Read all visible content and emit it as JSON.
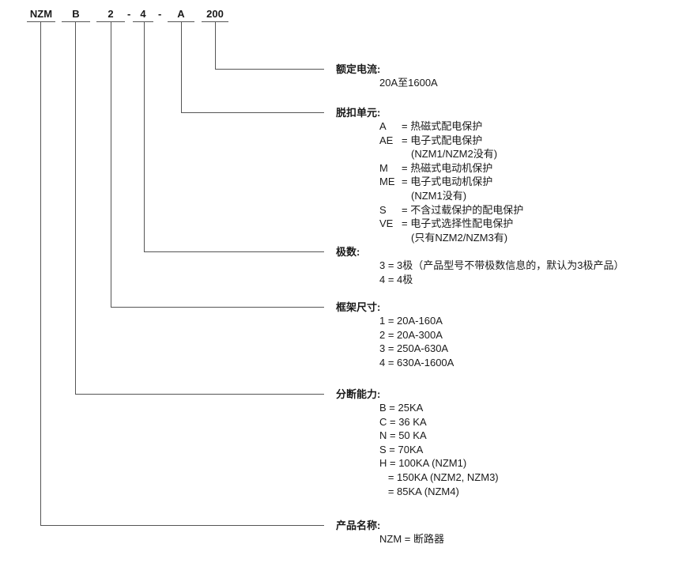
{
  "code": {
    "parts": [
      "NZM",
      "B",
      "2",
      "4",
      "A",
      "200"
    ],
    "separator": "-"
  },
  "sections": [
    {
      "title": "额定电流:",
      "items": [
        {
          "text": "20A至1600A"
        }
      ]
    },
    {
      "title": "脱扣单元:",
      "items": [
        {
          "key": "A",
          "text": "= 热磁式配电保护"
        },
        {
          "key": "AE",
          "text": "= 电子式配电保护"
        },
        {
          "note": "(NZM1/NZM2没有)"
        },
        {
          "key": "M",
          "text": "= 热磁式电动机保护"
        },
        {
          "key": "ME",
          "text": "= 电子式电动机保护"
        },
        {
          "note": "(NZM1没有)"
        },
        {
          "key": "S",
          "text": "= 不含过载保护的配电保护"
        },
        {
          "key": "VE",
          "text": "= 电子式选择性配电保护"
        },
        {
          "note": "(只有NZM2/NZM3有)"
        }
      ]
    },
    {
      "title": "极数:",
      "items": [
        {
          "text": "3 = 3极（产品型号不带极数信息的，默认为3极产品）"
        },
        {
          "text": "4 = 4极"
        }
      ]
    },
    {
      "title": "框架尺寸:",
      "items": [
        {
          "text": "1 = 20A-160A"
        },
        {
          "text": "2 = 20A-300A"
        },
        {
          "text": "3 = 250A-630A"
        },
        {
          "text": "4 = 630A-1600A"
        }
      ]
    },
    {
      "title": "分断能力:",
      "items": [
        {
          "text": "B = 25KA"
        },
        {
          "text": "C = 36 KA"
        },
        {
          "text": "N = 50 KA"
        },
        {
          "text": "S = 70KA"
        },
        {
          "text": "H = 100KA (NZM1)"
        },
        {
          "text": "   = 150KA (NZM2, NZM3)"
        },
        {
          "text": "   = 85KA (NZM4)"
        }
      ]
    },
    {
      "title": "产品名称:",
      "items": [
        {
          "text": "NZM = 断路器"
        }
      ]
    }
  ]
}
